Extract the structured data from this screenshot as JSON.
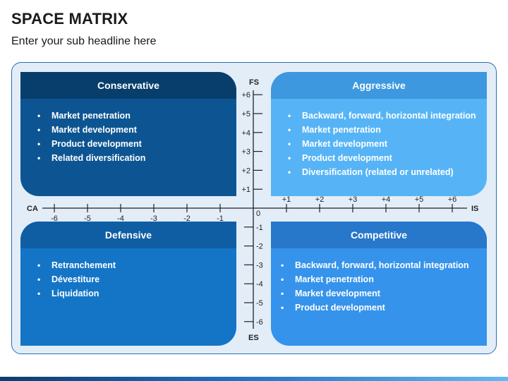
{
  "title": "SPACE MATRIX",
  "subtitle": "Enter your sub headline here",
  "quadrants": {
    "conservative": {
      "title": "Conservative",
      "items": [
        "Market penetration",
        "Market development",
        "Product development",
        "Related diversification"
      ]
    },
    "aggressive": {
      "title": "Aggressive",
      "items": [
        "Backward, forward, horizontal integration",
        "Market penetration",
        "Market development",
        "Product development",
        "Diversification (related or unrelated)"
      ]
    },
    "defensive": {
      "title": "Defensive",
      "items": [
        "Retranchement",
        "Dévestiture",
        "Liquidation"
      ]
    },
    "competitive": {
      "title": "Competitive",
      "items": [
        "Backward, forward, horizontal integration",
        "Market penetration",
        "Market development",
        "Product development"
      ]
    }
  },
  "axes": {
    "x_left_label": "CA",
    "x_right_label": "IS",
    "y_top_label": "FS",
    "y_bottom_label": "ES",
    "origin_label": "0",
    "x_negative_ticks": [
      "-6",
      "-5",
      "-4",
      "-3",
      "-2",
      "-1"
    ],
    "x_positive_ticks": [
      "+1",
      "+2",
      "+3",
      "+4",
      "+5",
      "+6"
    ],
    "y_positive_ticks": [
      "+6",
      "+5",
      "+4",
      "+3",
      "+2",
      "+1"
    ],
    "y_negative_ticks": [
      "-1",
      "-2",
      "-3",
      "-4",
      "-5",
      "-6"
    ]
  },
  "colors": {
    "conservative": "#0d5592",
    "aggressive": "#56b4f6",
    "defensive": "#1475c7",
    "competitive": "#3693eb",
    "frame_border": "#2b6cb3"
  }
}
